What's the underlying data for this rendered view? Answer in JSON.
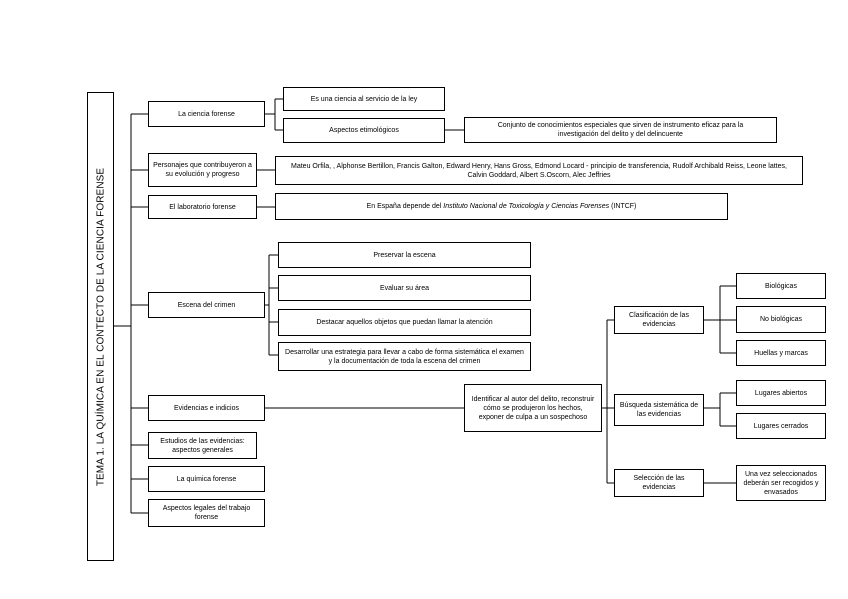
{
  "title": "TEMA 1. LA QUÍMICA EN EL CONTECTO DE LA CIENCIA FORENSE",
  "branches": {
    "ciencia_forense": "La ciencia forense",
    "ciencia_servicio": "Es una ciencia al servicio de la ley",
    "aspectos_etimologicos": "Aspectos etimológicos",
    "conjunto_conocimientos": "Conjunto de conocimientos especiales que sirven de instrumento eficaz para la investigación del delito y del delincuente",
    "personajes": "Personajes que contribuyeron a su evolución y progreso",
    "personajes_lista": "Mateu Orfila, , Alphonse Bertillon, Francis Galton, Edward Henry, Hans Gross, Edmond Locard - principio de transferencia, Rudolf Archibald Reiss, Leone lattes, Calvin Goddard, Albert S.Oscorn, Alec Jeffries",
    "laboratorio": "El laboratorio forense",
    "laboratorio_pre": "En España depende del ",
    "laboratorio_italic": "Instituto Nacional de Toxicología y Ciencias Forenses",
    "laboratorio_post": " (INTCF)",
    "escena": "Escena del crimen",
    "preservar": "Preservar la escena",
    "evaluar": "Evaluar su área",
    "destacar": "Destacar aquellos objetos que puedan llamar la atención",
    "desarrollar": "Desarrollar una estrategia para llevar a cabo de forma sistemática el examen y la documentación de toda la escena del crimen",
    "evidencias": "Evidencias e indicios",
    "identificar": "Identificar al autor del delito, reconstruir cómo se produjeron los hechos, exponer de culpa a un sospechoso",
    "clasificacion": "Clasificación de las evidencias",
    "biologicas": "Biológicas",
    "no_biologicas": "No biológicas",
    "huellas": "Huellas y marcas",
    "busqueda": "Búsqueda sistemática de las evidencias",
    "abiertos": "Lugares abiertos",
    "cerrados": "Lugares cerrados",
    "seleccion": "Selección de las evidencias",
    "seleccionados": "Una vez seleccionados deberán ser recogidos y envasados",
    "estudios": "Estudios de las evidencias: aspectos generales",
    "quimica": "La química forense",
    "aspectos_legales": "Aspectos legales del trabajo forense"
  }
}
